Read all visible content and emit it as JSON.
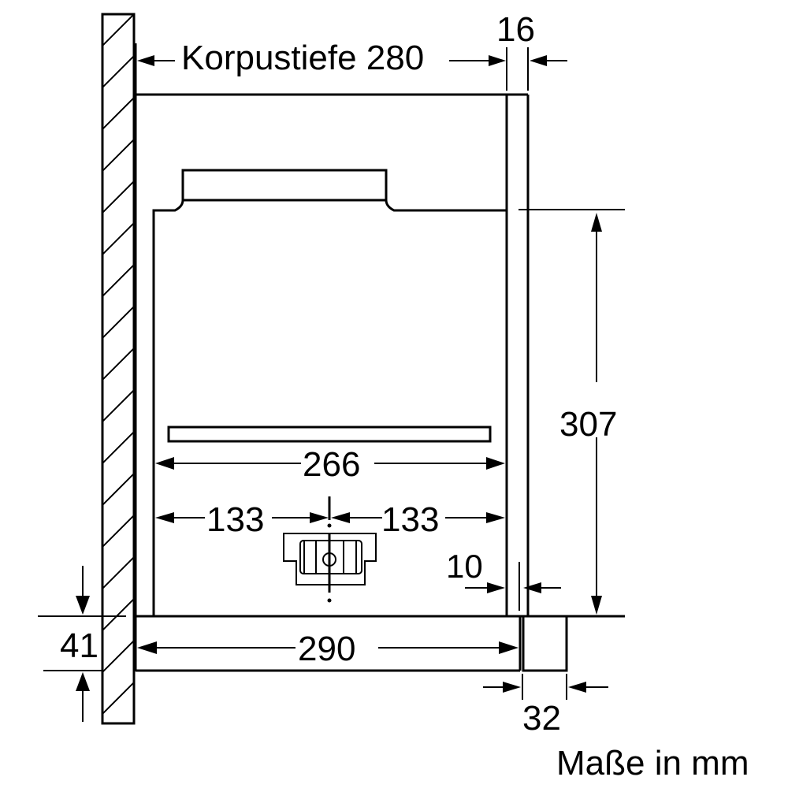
{
  "diagram": {
    "type": "technical-drawing",
    "subject": "range hood / cabinet installation side view",
    "units_note": "Maße in mm",
    "dimensions": {
      "cabinet_depth": {
        "label": "Korpustiefe 280",
        "value": 280
      },
      "door_thickness_top": {
        "label": "16",
        "value": 16
      },
      "height": {
        "label": "307",
        "value": 307
      },
      "inner_width": {
        "label": "266",
        "value": 266
      },
      "half_left": {
        "label": "133",
        "value": 133
      },
      "half_right": {
        "label": "133",
        "value": 133
      },
      "gap": {
        "label": "10",
        "value": 10
      },
      "bottom_depth": {
        "label": "290",
        "value": 290
      },
      "bottom_height": {
        "label": "41",
        "value": 41
      },
      "front_panel": {
        "label": "32",
        "value": 32
      }
    },
    "colors": {
      "line": "#000000",
      "background": "#ffffff"
    }
  }
}
